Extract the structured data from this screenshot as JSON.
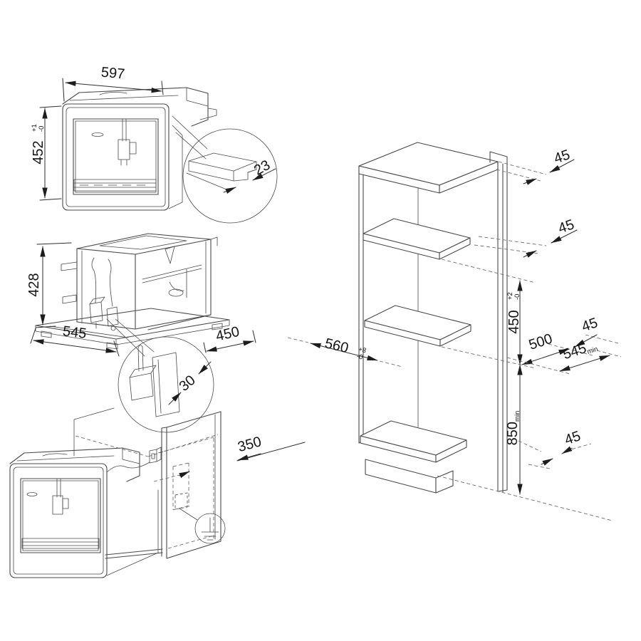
{
  "drawing": {
    "colors": {
      "line": "#4a4a4a",
      "dimension": "#2e2e2e",
      "dashed": "#6f6f6f",
      "text": "#151515",
      "background": "#ffffff"
    }
  },
  "front_view": {
    "width": "597",
    "height": "452",
    "height_tol_plus": "+1",
    "height_tol_minus": "-0",
    "detail_notch": "23"
  },
  "rear_view": {
    "height": "428",
    "width": "545",
    "depth": "450",
    "detail_plug_clearance": "30"
  },
  "installed_view": {
    "socket_offset": "350"
  },
  "cabinet_view": {
    "top_panel_thickness": "45",
    "shelf_thickness": "45",
    "niche_height": "450",
    "niche_height_tol_plus": "+2",
    "niche_height_tol_minus": "-0",
    "niche_depth": "500",
    "back_clearance": "45",
    "min_cabinet_depth": "545",
    "min_cabinet_depth_suffix": "min",
    "niche_width": "560",
    "niche_width_tol_plus": "+8",
    "niche_width_tol_minus": "-0",
    "min_install_height": "850",
    "min_install_height_suffix": "min",
    "plinth_clearance": "45"
  },
  "icons": {
    "earth_ground": "protective-earth-symbol",
    "detail_circle_front": "magnified-detail-callout",
    "detail_circle_plug": "magnified-detail-callout"
  }
}
